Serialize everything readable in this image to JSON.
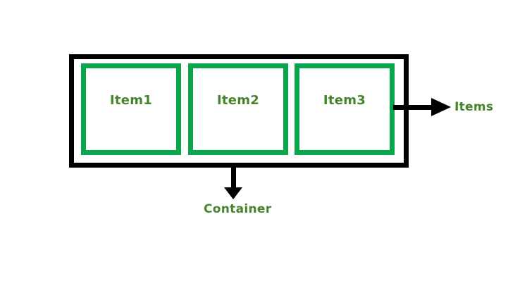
{
  "colors": {
    "background": "#ffffff",
    "container-border": "#000000",
    "item-border": "#0aa64d",
    "text-green": "#47832d",
    "arrow": "#000000"
  },
  "items": [
    {
      "label": "Item1"
    },
    {
      "label": "Item2"
    },
    {
      "label": "Item3"
    }
  ],
  "labels": {
    "items": "Items",
    "container": "Container"
  }
}
